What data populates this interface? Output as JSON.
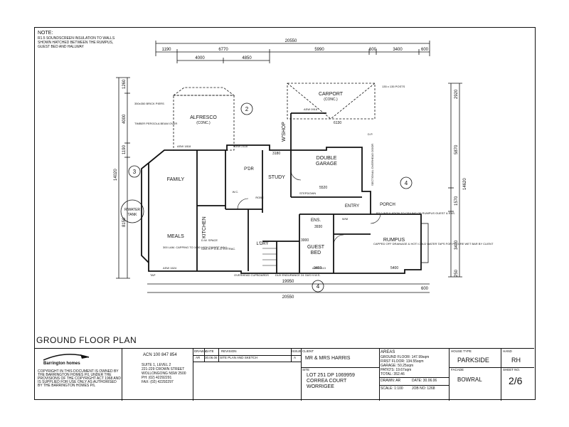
{
  "note": {
    "heading": "NOTE:",
    "lines": [
      "R1.5 SOUNDSCREEN INSULATION TO WALLS",
      "SHOWN HATCHED BETWEEN THE RUMPUS,",
      "GUEST BED AND HALLWAY"
    ]
  },
  "dimensions": {
    "overall_top": "20550",
    "top_segments": [
      "1190",
      "6770",
      "5990",
      "600",
      "3400",
      "600"
    ],
    "top_sub": [
      "4000",
      "4850"
    ],
    "bottom_1": "19950",
    "bottom_2": "20550",
    "bottom_600": "600",
    "left": [
      "1260",
      "4000",
      "1190",
      "14020",
      "8150"
    ],
    "right": [
      "2920",
      "5870",
      "14620",
      "1570",
      "3420",
      "250"
    ]
  },
  "rooms": {
    "alfresco": "ALFRESCO",
    "alfresco_sub": "(CONC.)",
    "carport": "CARPORT",
    "carport_sub": "(CONC.)",
    "study": "STUDY",
    "family": "FAMILY",
    "meals": "MEALS",
    "kitchen": "KITCHEN",
    "double_garage": "DOUBLE",
    "double_garage_2": "GARAGE",
    "wshop": "W'SHOP",
    "entry": "ENTRY",
    "porch": "PORCH",
    "rumpus": "RUMPUS",
    "guest_bed": "GUEST",
    "guest_bed_2": "BED",
    "ldry": "L'DRY",
    "ens": "ENS.",
    "robe": "ROBE",
    "wc": "W.C.",
    "wm": "W/M",
    "pdr": "P'DR",
    "water_tank": "R'WATER",
    "water_tank_2": "TANK"
  },
  "annotations": {
    "brick_piers": "350x350 BRICK PIERS",
    "timber_beam": "TIMBER PERGOLA BEAM OVER",
    "posts": "135 x 135 POSTS",
    "dp": "D.P.",
    "asw1": "ASW 1818",
    "asw2": "ASW 0918",
    "asw3": "ASW 2118",
    "asw4": "ASW 1624",
    "asw5": "ASW 2113",
    "sliding_door": "SECTIONAL OVERHEAD DOOR",
    "insulation_rumpus": "R3.0 INSULATION TO CEILING OF RUMPUS GUEST & ENS.",
    "capped_off": "CAPPED OFF DRAINAGE & HOT/ COLD WATER TAPS FOR FUTURE WET BAR BY CLIENT",
    "lam_capping": "300 LAM. CAPPING TO 1050 HIGH DWARF WALL",
    "overhead": "OVERHEAD CUPBOARDS",
    "gas_hws": "DUX ENDURANCE 24 GAS H.W.S.",
    "dw_space": "D.W. SPACE",
    "gas_hp": "GAS H.P. U.B.O. EXTRAC.",
    "stepdown": "STEPDOWN",
    "tap": "TAP",
    "ctr_3180": "3180",
    "ctr_5520": "5520",
    "ctr_3450": "3450",
    "ctr_5400": "5400",
    "ctr_3000": "3000",
    "ctr_6130": "6130",
    "ctr_3930": "3930"
  },
  "section_markers": [
    "2",
    "3",
    "4",
    "4"
  ],
  "title": "GROUND FLOOR PLAN",
  "company": {
    "name": "Barrington homes",
    "acn": "ACN 100 847 854",
    "suite": "SUITE 1, LEVEL 2",
    "street": "221-229 CROWN STREET",
    "city": "WOLLONGONG NSW 2500",
    "ph": "PH: (02) 42292291",
    "fax": "FAX: (02) 42292297",
    "copyright": [
      "COPYRIGHT IN THIS DOCUMENT IS OWNED BY",
      "THE BARRINGTON HOMES P/L UNDER THE",
      "PROVISIONS OF THE COPYRIGHT ACT 1968 AND",
      "IS SUPPLIED FOR USE ONLY AS AUTHORISED",
      "BY THE BARRINGTON HOMES P/L"
    ]
  },
  "revision_table": {
    "headers": [
      "DRAWN",
      "DATE",
      "REVISION",
      "ISSUE"
    ],
    "row": [
      "AR",
      "30.06.06",
      "SITE PLAN AND SKETCH",
      "A"
    ]
  },
  "client": {
    "label": "CLIENT",
    "name": "MR & MRS HARRIS",
    "site_label": "SITE",
    "site_lines": [
      "LOT 251 DP 1069959",
      "CORREA COURT",
      "WORRIGEE"
    ]
  },
  "areas": {
    "label": "AREAS",
    "lines": [
      "GROUND FLOOR: 147.99sqm",
      "FIRST FLOOR: 134.55sqm",
      "GARAGE: 50.25sqm",
      "PATIO'S: 19.67sqm",
      "TOTAL: 352.46"
    ],
    "drawn": "DRAWN: AR",
    "date": "DATE: 30.06.06",
    "scale": "SCALE: 1:100",
    "job": "JOB NO: 1268"
  },
  "house_type": {
    "label": "HOUSE TYPE",
    "value": "PARKSIDE"
  },
  "hand": {
    "label": "HAND",
    "value": "RH"
  },
  "facade": {
    "label": "FACADE",
    "value": "BOWRAL"
  },
  "sheet": {
    "label": "SHEET NO.",
    "value": "2/6"
  }
}
